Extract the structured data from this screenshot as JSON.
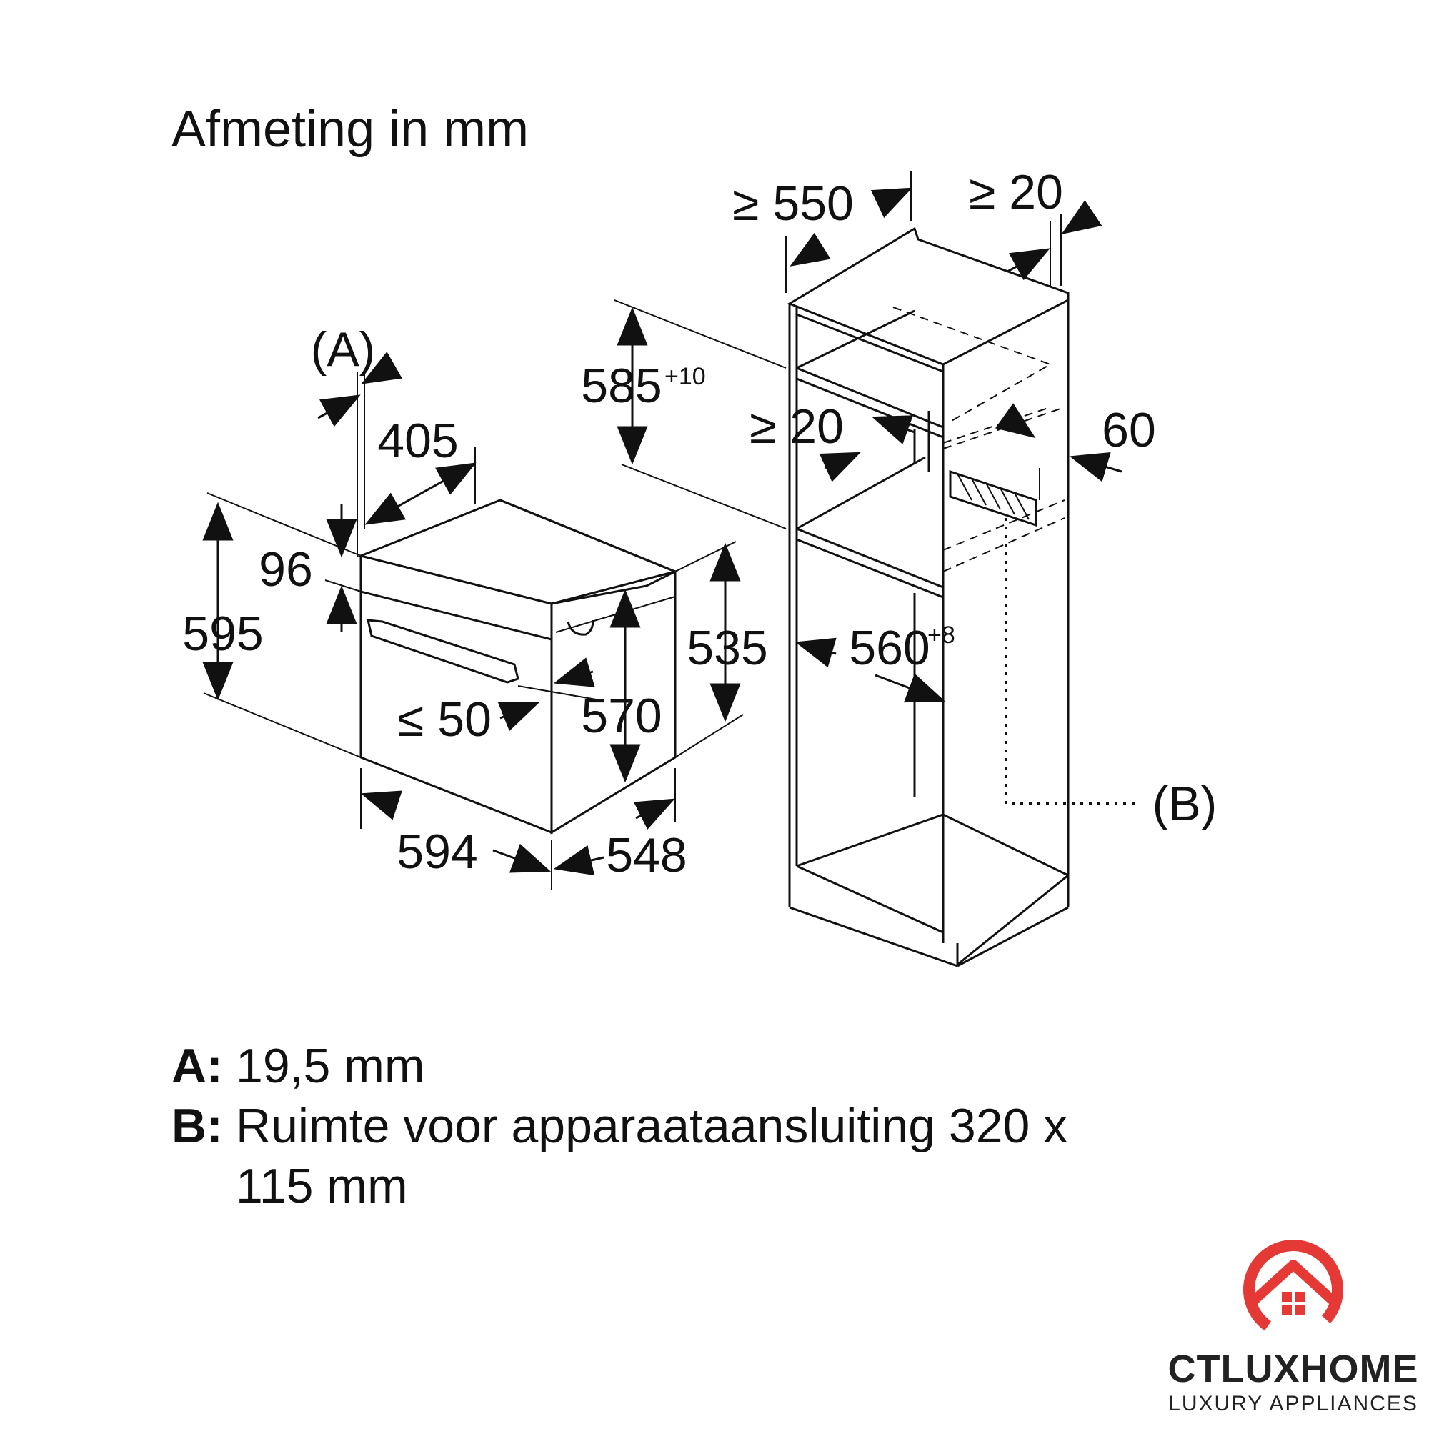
{
  "title": "Afmeting in mm",
  "dimensions": {
    "oven_width": "594",
    "oven_depth": "548",
    "oven_height": "595",
    "oven_inner_height": "570",
    "oven_body_height": "535",
    "panel_height": "96",
    "top_depth": "405",
    "door_gap": "≤ 50",
    "label_a": "(A)",
    "cabinet_depth": "≥ 550",
    "cabinet_back_gap": "≥ 20",
    "cabinet_height": "585",
    "cabinet_height_tol": "+10",
    "shelf_gap": "≥ 20",
    "vent_height": "60",
    "cabinet_width": "560",
    "cabinet_width_tol": "+8",
    "label_b": "(B)"
  },
  "legend": [
    {
      "key": "A:",
      "text": "19,5 mm"
    },
    {
      "key": "B:",
      "text": "Ruimte voor apparaataansluiting 320 x\n115 mm"
    }
  ],
  "brand": {
    "name": "CTLUXHOME",
    "tagline": "LUXURY APPLIANCES",
    "accent_color": "#e53935"
  }
}
